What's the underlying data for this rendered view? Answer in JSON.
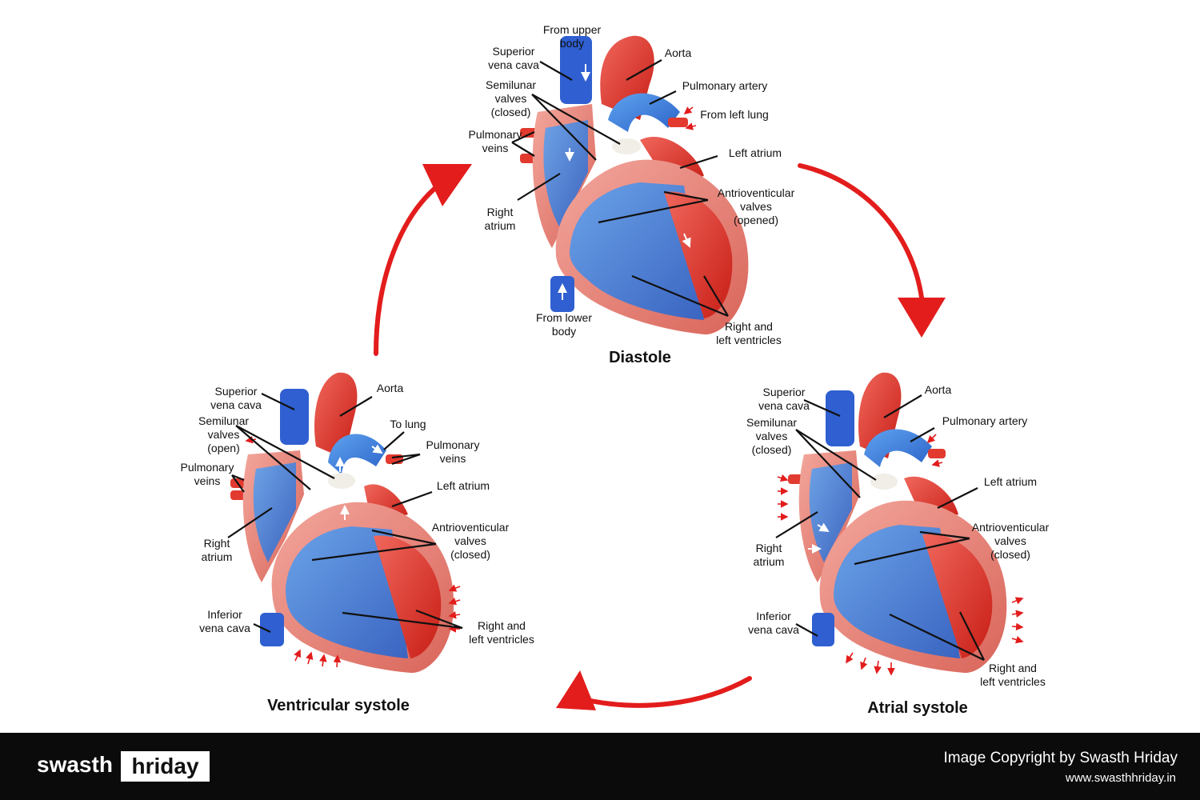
{
  "stages": {
    "diastole": {
      "title": "Diastole",
      "labels": {
        "from_upper_body": "From upper\nbody",
        "superior_vena_cava": "Superior\nvena cava",
        "aorta": "Aorta",
        "semilunar_valves": "Semilunar\nvalves\n(closed)",
        "pulmonary_artery": "Pulmonary artery",
        "from_left_lung": "From left lung",
        "pulmonary_veins": "Pulmonary\nveins",
        "left_atrium": "Left atrium",
        "av_valves": "Antrioventicular\nvalves\n(opened)",
        "right_atrium": "Right\natrium",
        "from_lower_body": "From lower\nbody",
        "ventricles": "Right and\nleft ventricles"
      }
    },
    "atrial_systole": {
      "title": "Atrial systole",
      "labels": {
        "superior_vena_cava": "Superior\nvena cava",
        "aorta": "Aorta",
        "semilunar_valves": "Semilunar\nvalves\n(closed)",
        "pulmonary_artery": "Pulmonary artery",
        "left_atrium": "Left atrium",
        "av_valves": "Antrioventicular\nvalves\n(closed)",
        "right_atrium": "Right\natrium",
        "inferior_vena_cava": "Inferior\nvena cava",
        "ventricles": "Right and\nleft ventricles"
      }
    },
    "ventricular_systole": {
      "title": "Ventricular systole",
      "labels": {
        "superior_vena_cava": "Superior\nvena cava",
        "aorta": "Aorta",
        "semilunar_valves": "Semilunar\nvalves\n(open)",
        "to_lung": "To lung",
        "pulmonary_veins": "Pulmonary\nveins",
        "left_atrium": "Left atrium",
        "av_valves": "Antrioventicular\nvalves\n(closed)",
        "right_atrium": "Right\natrium",
        "inferior_vena_cava": "Inferior\nvena cava",
        "ventricles": "Right and\nleft ventricles"
      }
    }
  },
  "footer": {
    "brand_first": "swasth",
    "brand_second": "hriday",
    "copyright": "Image Copyright by Swasth Hriday",
    "website": "www.swasthhriday.in"
  },
  "colors": {
    "cycle_arrow": "#e31c1c",
    "deoxygenated": "#2f73d9",
    "oxygenated": "#e23a2f",
    "muscle": "#e8857a",
    "footer_bg": "#0b0b0b"
  }
}
